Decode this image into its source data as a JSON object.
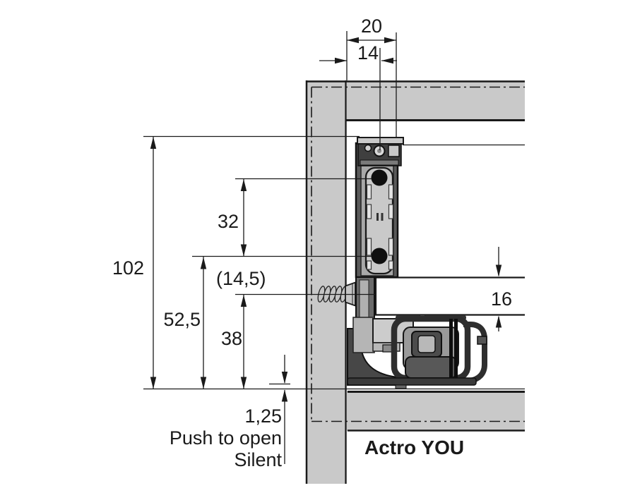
{
  "diagram": {
    "product_label": "Actro YOU",
    "note_push_to_open": "Push to open",
    "note_silent": "Silent",
    "dim_20": "20",
    "dim_14": "14",
    "dim_102": "102",
    "dim_32": "32",
    "dim_14_5": "(14,5)",
    "dim_52_5": "52,5",
    "dim_38": "38",
    "dim_16": "16",
    "dim_1_25": "1,25"
  },
  "colors": {
    "line": "#1a1a1a",
    "panel_fill": "#c9c9c9",
    "mechanism_dark": "#3a3a3a",
    "mechanism_mid": "#9a9a9a",
    "carriage_fill": "#c9c9c9",
    "background": "#ffffff"
  }
}
